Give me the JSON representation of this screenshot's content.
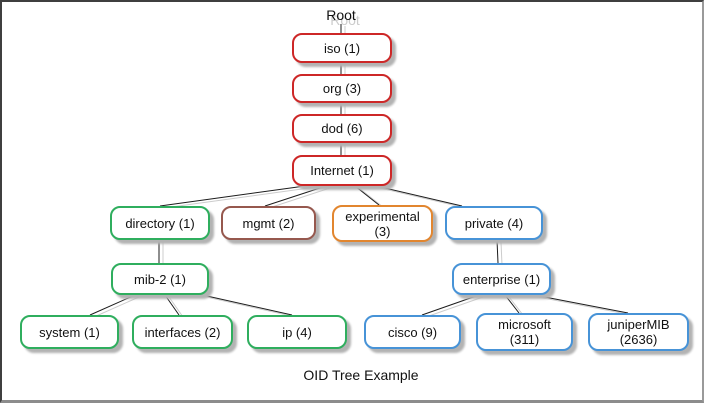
{
  "diagram": {
    "title": "OID Tree Example",
    "root_label": "Root",
    "nodes": {
      "iso": {
        "label": "iso (1)",
        "color": "red"
      },
      "org": {
        "label": "org (3)",
        "color": "red"
      },
      "dod": {
        "label": "dod (6)",
        "color": "red"
      },
      "internet": {
        "label": "Internet (1)",
        "color": "red"
      },
      "directory": {
        "label": "directory (1)",
        "color": "green"
      },
      "mgmt": {
        "label": "mgmt (2)",
        "color": "brown"
      },
      "experimental": {
        "label": "experimental\n(3)",
        "color": "orange"
      },
      "private": {
        "label": "private (4)",
        "color": "blue"
      },
      "mib2": {
        "label": "mib-2 (1)",
        "color": "green"
      },
      "system": {
        "label": "system (1)",
        "color": "green"
      },
      "interfaces": {
        "label": "interfaces (2)",
        "color": "green"
      },
      "ip": {
        "label": "ip (4)",
        "color": "green"
      },
      "enterprise": {
        "label": "enterprise (1)",
        "color": "blue"
      },
      "cisco": {
        "label": "cisco (9)",
        "color": "blue"
      },
      "microsoft": {
        "label": "microsoft\n(311)",
        "color": "blue"
      },
      "junipermib": {
        "label": "juniperMIB\n(2636)",
        "color": "blue"
      }
    },
    "hierarchy": {
      "Root": {
        "iso (1)": {
          "org (3)": {
            "dod (6)": {
              "Internet (1)": {
                "directory (1)": {
                  "mib-2 (1)": [
                    "system (1)",
                    "interfaces (2)",
                    "ip (4)"
                  ]
                },
                "mgmt (2)": {},
                "experimental (3)": {},
                "private (4)": {
                  "enterprise (1)": [
                    "cisco (9)",
                    "microsoft (311)",
                    "juniperMIB (2636)"
                  ]
                }
              }
            }
          }
        }
      }
    },
    "colors": {
      "chain_red": "#cd2727",
      "green": "#2fae5e",
      "brown": "#96584e",
      "orange": "#e2862f",
      "blue": "#4793d7",
      "line": "#1c1c1c",
      "line_shadow": "#cccccc",
      "box_shadow": "#b3b3b3"
    }
  }
}
